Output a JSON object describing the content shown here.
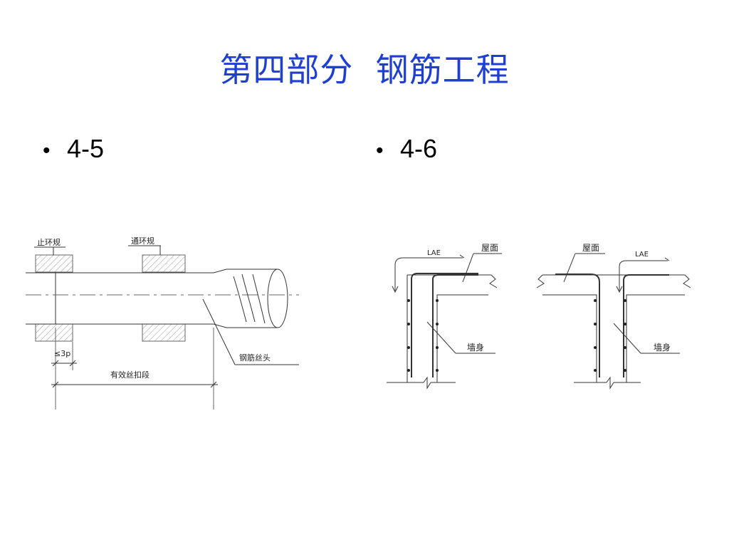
{
  "slide": {
    "title": "第四部分  钢筋工程"
  },
  "bullets": [
    {
      "symbol": "•",
      "label": "4-5"
    },
    {
      "symbol": "•",
      "label": "4-6"
    }
  ],
  "figure_thread": {
    "label_stop_gauge": "止环规",
    "label_go_gauge": "通环规",
    "label_pitch": "≤3p",
    "label_effective_thread": "有效丝扣段",
    "label_thread_head": "钢筋丝头"
  },
  "figure_wall_left": {
    "label_anchor": "LAE",
    "label_roof": "屋面",
    "label_wall": "墙身"
  },
  "figure_wall_right": {
    "label_anchor": "LAE",
    "label_roof": "屋面",
    "label_wall": "墙身"
  },
  "colors": {
    "title": "#1f3fd0",
    "line": "#333333",
    "hatch": "#999999"
  }
}
